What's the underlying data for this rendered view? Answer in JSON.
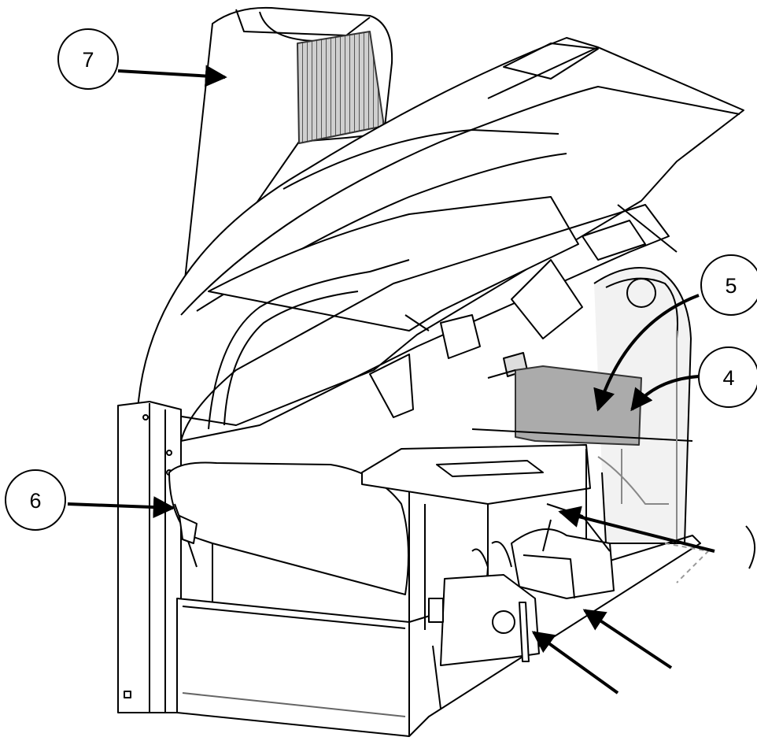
{
  "figure": {
    "callouts": [
      {
        "id": "7",
        "label": "7"
      },
      {
        "id": "5",
        "label": "5"
      },
      {
        "id": "4",
        "label": "4"
      },
      {
        "id": "6",
        "label": "6"
      }
    ],
    "colors": {
      "line": "#000000",
      "panel_gray": "#a9a9a9",
      "light_gray": "#d7d7d7",
      "background": "#ffffff"
    }
  }
}
